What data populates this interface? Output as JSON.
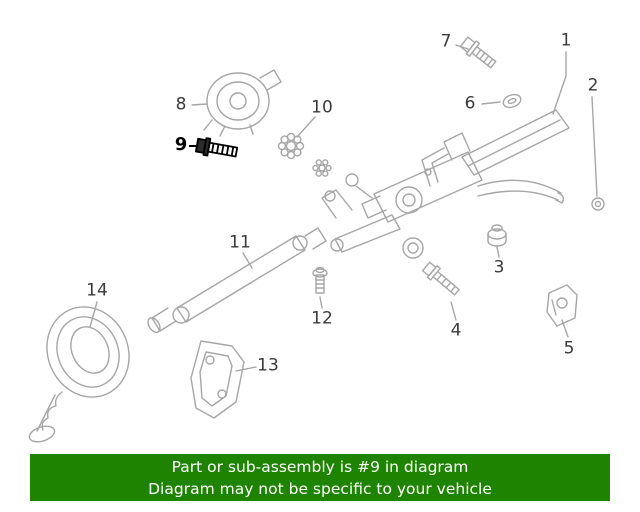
{
  "banner": {
    "line1": "Part or sub-assembly is #9 in diagram",
    "line2": "Diagram may not be specific to your vehicle",
    "bg_color": "#1e8400",
    "text_color": "#ffffff"
  },
  "diagram": {
    "highlighted_part": "9",
    "line_color": "#a6a6a6",
    "highlight_color": "#000000",
    "callouts": [
      {
        "label": "1"
      },
      {
        "label": "2"
      },
      {
        "label": "3"
      },
      {
        "label": "4"
      },
      {
        "label": "5"
      },
      {
        "label": "6"
      },
      {
        "label": "7"
      },
      {
        "label": "8"
      },
      {
        "label": "9"
      },
      {
        "label": "10"
      },
      {
        "label": "11"
      },
      {
        "label": "12"
      },
      {
        "label": "13"
      },
      {
        "label": "14"
      }
    ]
  }
}
